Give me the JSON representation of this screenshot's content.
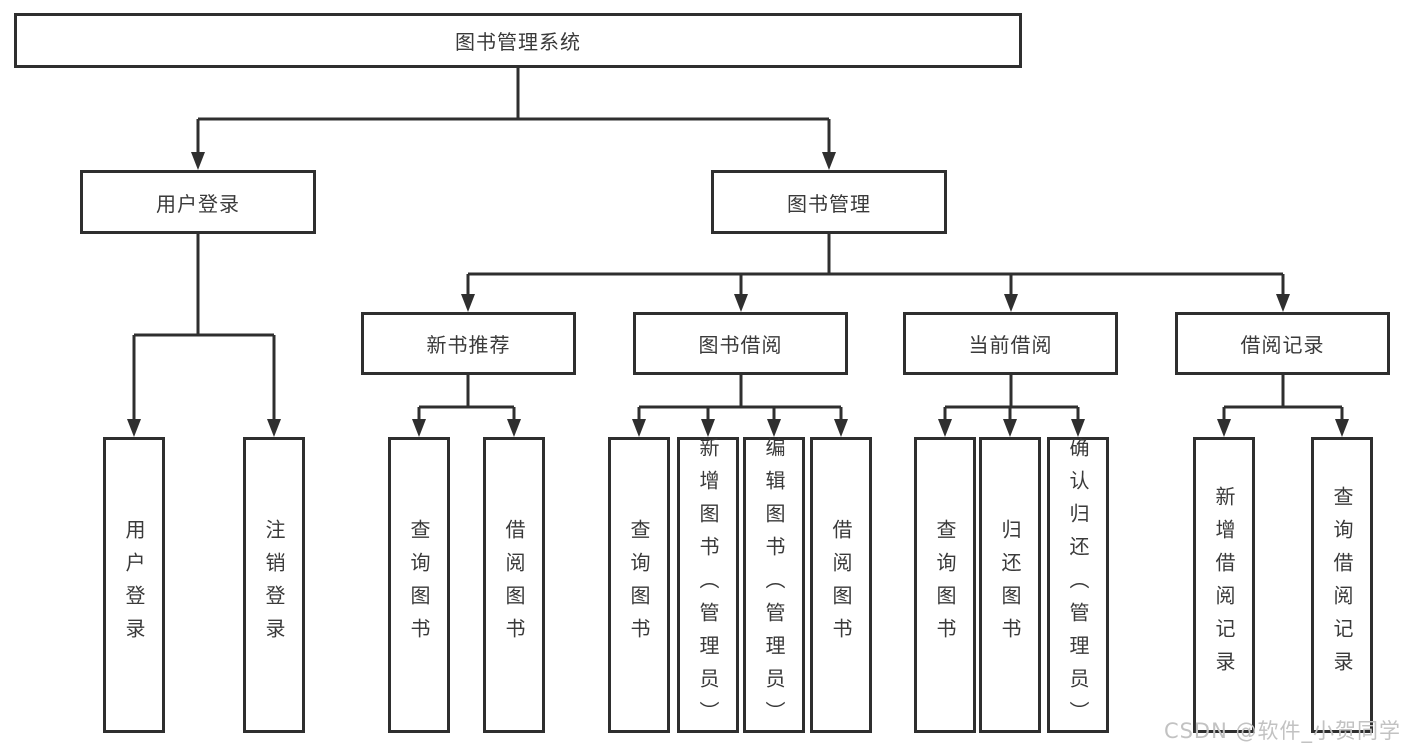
{
  "tree": {
    "root": {
      "label": "图书管理系统"
    },
    "children": [
      {
        "label": "用户登录",
        "children": [
          {
            "label": "用户登录"
          },
          {
            "label": "注销登录"
          }
        ]
      },
      {
        "label": "图书管理",
        "children": [
          {
            "label": "新书推荐",
            "children": [
              {
                "label": "查询图书"
              },
              {
                "label": "借阅图书"
              }
            ]
          },
          {
            "label": "图书借阅",
            "children": [
              {
                "label": "查询图书"
              },
              {
                "label": "新增图书（管理员）"
              },
              {
                "label": "编辑图书（管理员）"
              },
              {
                "label": "借阅图书"
              }
            ]
          },
          {
            "label": "当前借阅",
            "children": [
              {
                "label": "查询图书"
              },
              {
                "label": "归还图书"
              },
              {
                "label": "确认归还（管理员）"
              }
            ]
          },
          {
            "label": "借阅记录",
            "children": [
              {
                "label": "新增借阅记录"
              },
              {
                "label": "查询借阅记录"
              }
            ]
          }
        ]
      }
    ]
  },
  "watermark": {
    "text": "CSDN @软件_小贺同学"
  },
  "colors": {
    "line": "#2f2f2f",
    "text": "#3a3a3a",
    "watermark": "#c2c2c2",
    "background": "#ffffff"
  }
}
